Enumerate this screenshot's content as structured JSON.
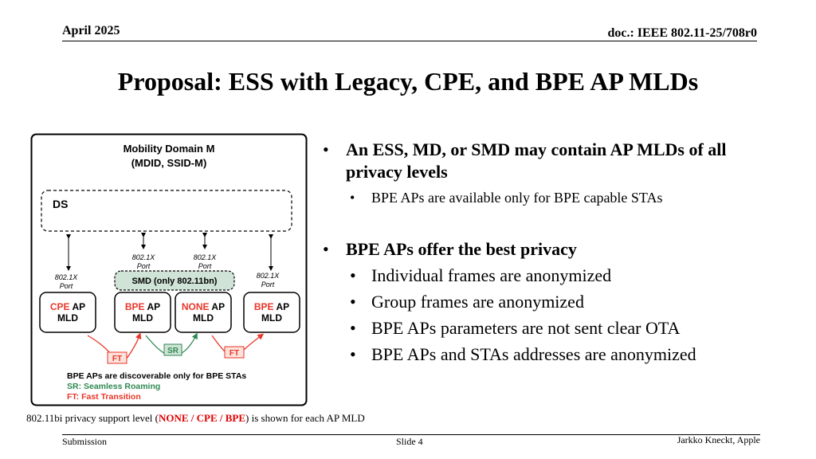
{
  "header": {
    "date": "April 2025",
    "doc": "doc.: IEEE 802.11-25/708r0"
  },
  "title": "Proposal: ESS with Legacy, CPE, and BPE AP MLDs",
  "diagram": {
    "title_line1": "Mobility Domain M",
    "title_line2": "(MDID, SSID-M)",
    "ds_label": "DS",
    "port_label_line1": "802.1X",
    "port_label_line2": "Port",
    "smd_label": "SMD (only 802.11bn)",
    "aps": [
      {
        "level": "CPE",
        "suffix": " AP",
        "line2": "MLD"
      },
      {
        "level": "BPE",
        "suffix": " AP",
        "line2": "MLD"
      },
      {
        "level": "NONE",
        "suffix": " AP",
        "line2": "MLD"
      },
      {
        "level": "BPE",
        "suffix": " AP",
        "line2": "MLD"
      }
    ],
    "ft_label": "FT",
    "sr_label": "SR",
    "legend_line1": "BPE APs are discoverable only for BPE STAs",
    "legend_line2": "SR: Seamless Roaming",
    "legend_line3": "FT: Fast Transition",
    "colors": {
      "red": "#e8362a",
      "green": "#2f8a52",
      "smd_fill": "#cfe3d6",
      "ft_fill": "#fbe3dc",
      "sr_fill": "#cfe3d6"
    }
  },
  "bullets": {
    "b1": "An ESS, MD, or SMD may contain AP MLDs of all privacy levels",
    "b1_sub": "BPE APs are available only for BPE capable STAs",
    "b2": "BPE APs offer the best privacy",
    "b2_subs": [
      "Individual frames are anonymized",
      "Group frames are anonymized",
      "BPE APs parameters are not sent clear OTA",
      "BPE APs and STAs addresses are anonymized"
    ]
  },
  "caption": {
    "prefix": "802.11bi privacy support level (",
    "levels": "NONE / CPE / BPE",
    "suffix": ") is shown for each AP MLD"
  },
  "footer": {
    "left": "Submission",
    "center": "Slide 4",
    "right": "Jarkko Kneckt, Apple"
  }
}
